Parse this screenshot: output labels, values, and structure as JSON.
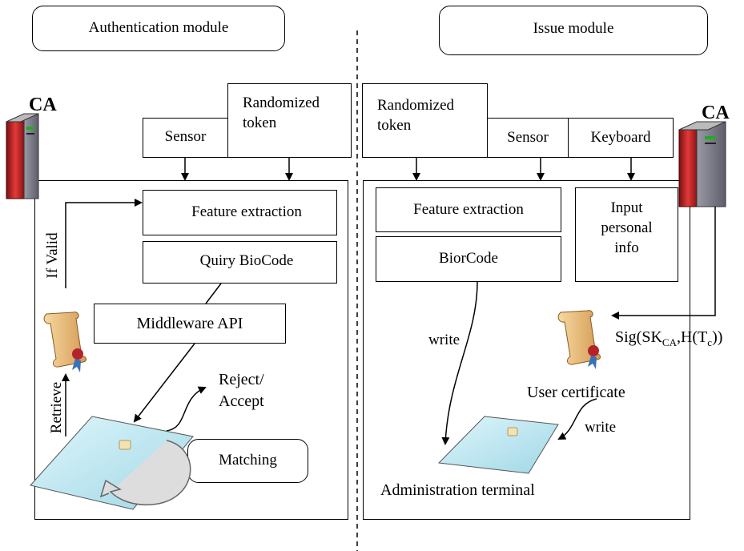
{
  "left": {
    "module_title": "Authentication module",
    "ca_label": "CA",
    "sensor": "Sensor",
    "randomized_token": [
      "Randomized",
      "token"
    ],
    "feature_extraction": "Feature  extraction",
    "query_biocode": "Quiry BioCode",
    "middleware_api": "Middleware API",
    "if_valid": "If Valid",
    "retrieve": "Retrieve",
    "reject_accept": [
      "Reject/",
      "Accept"
    ],
    "matching": "Matching"
  },
  "right": {
    "module_title": "Issue  module",
    "ca_label": "CA",
    "randomized_token": [
      "Randomized",
      "token"
    ],
    "sensor": "Sensor",
    "keyboard": "Keyboard",
    "feature_extraction": "Feature  extraction",
    "input_personal_info": [
      "Input",
      "personal",
      "info"
    ],
    "biorcode": "BiorCode",
    "write_1": "write",
    "write_2": "write",
    "signature": {
      "prefix": "Sig(SK",
      "sub1": "CA",
      "mid": ",H(T",
      "sub2": "c",
      "suffix": "))"
    },
    "user_certificate": "User certificate",
    "administration_terminal": "Administration terminal"
  }
}
